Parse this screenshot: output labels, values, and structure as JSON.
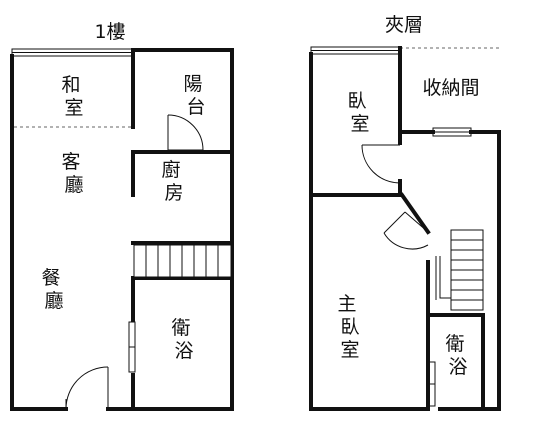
{
  "floors": [
    {
      "title": "1樓",
      "rooms": [
        {
          "label": "和室"
        },
        {
          "label": "陽台"
        },
        {
          "label": "客廳"
        },
        {
          "label": "廚房"
        },
        {
          "label": "餐廳"
        },
        {
          "label": "衛浴"
        }
      ]
    },
    {
      "title": "夾層",
      "rooms": [
        {
          "label": "臥室"
        },
        {
          "label": "收納間"
        },
        {
          "label": "主臥室"
        },
        {
          "label": "衛浴"
        }
      ]
    }
  ]
}
